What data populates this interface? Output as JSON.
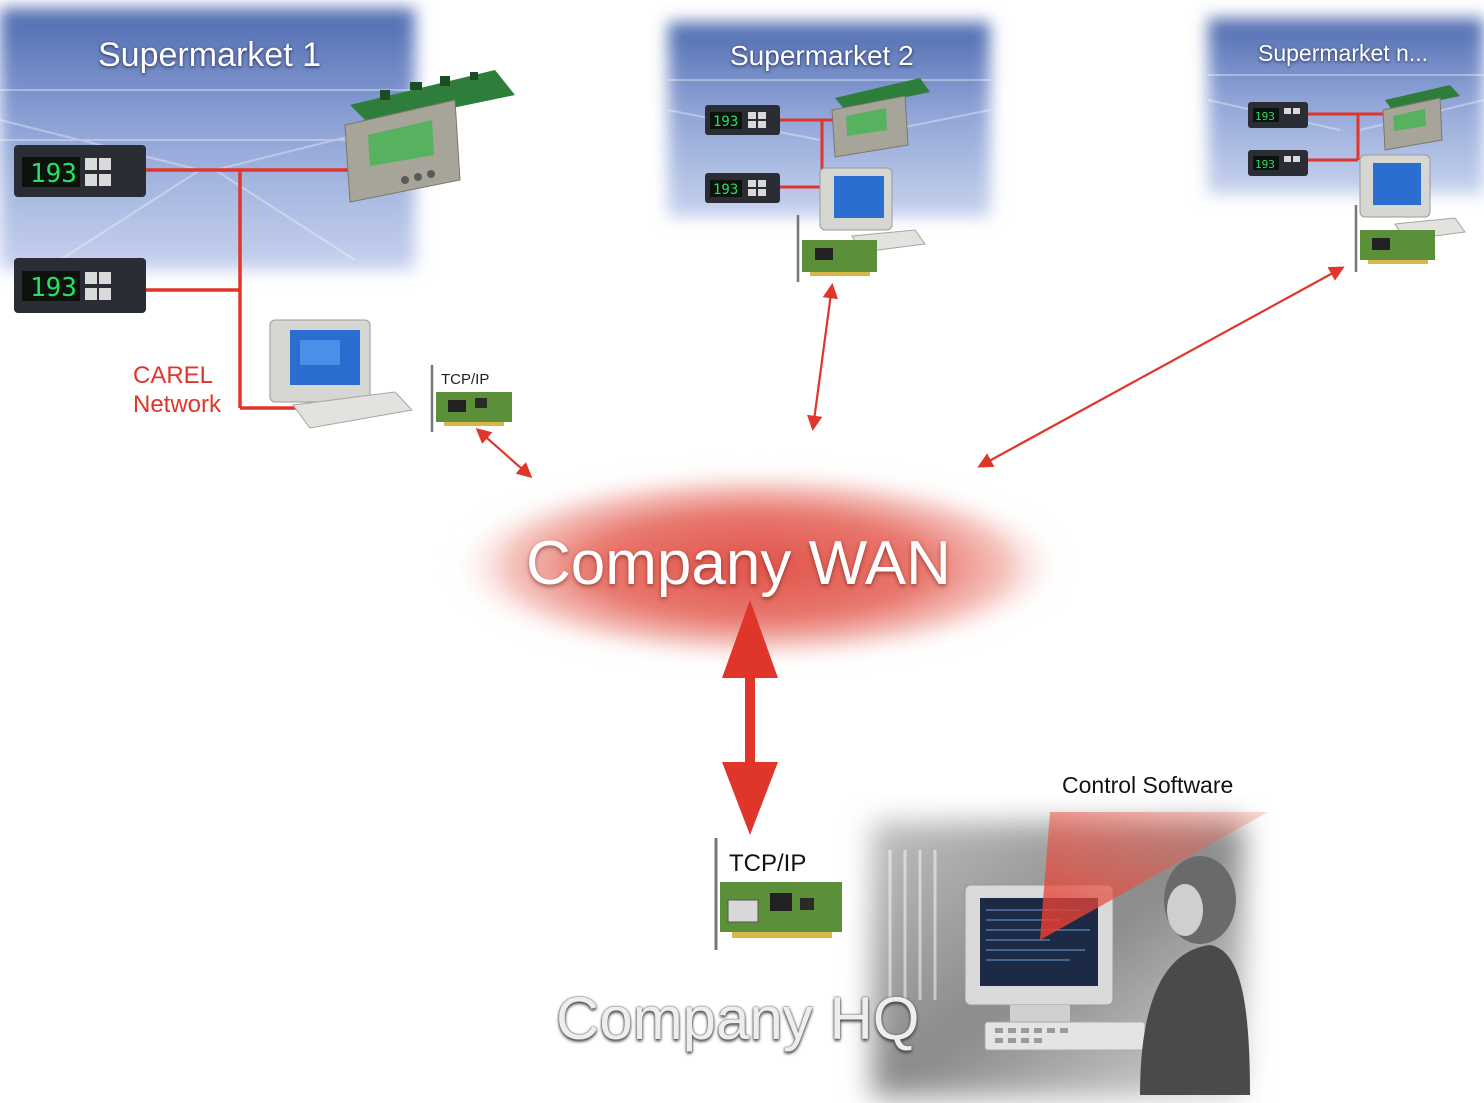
{
  "stores": {
    "s1": {
      "title": "Supermarket 1"
    },
    "s2": {
      "title": "Supermarket 2"
    },
    "sn": {
      "title": "Supermarket n..."
    }
  },
  "controller_display": "193",
  "network": {
    "label_line1": "CAREL",
    "label_line2": "Network",
    "tcp_small": "TCP/IP"
  },
  "wan": {
    "label": "Company WAN"
  },
  "hq": {
    "tcp": "TCP/IP",
    "control_software": "Control Software",
    "label": "Company HQ"
  },
  "colors": {
    "link_red": "#e0352a",
    "wan_glow": "#e8655a",
    "store_blue": "#7f98d0",
    "display_green": "#22e06a"
  }
}
